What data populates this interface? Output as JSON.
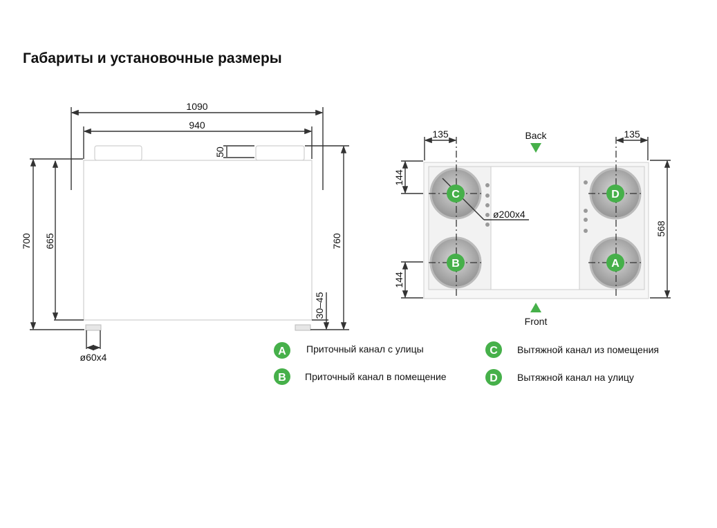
{
  "title": "Габариты и установочные размеры",
  "side_view": {
    "dims": {
      "width_total": "1090",
      "width_body": "940",
      "duct_height": "50",
      "height_total": "700",
      "height_body": "665",
      "height_with_ducts": "760",
      "feet_height": "30–45",
      "feet": "ø60x4"
    }
  },
  "top_view": {
    "dims": {
      "offset_left": "135",
      "offset_right": "135",
      "offset_top": "144",
      "offset_bottom": "144",
      "depth": "568",
      "duct_diameter": "ø200x4"
    },
    "back_label": "Back",
    "front_label": "Front"
  },
  "legend": [
    {
      "letter": "A",
      "text": "Приточный канал с улицы"
    },
    {
      "letter": "B",
      "text": "Приточный канал в помещение"
    },
    {
      "letter": "C",
      "text": "Вытяжной канал из помещения"
    },
    {
      "letter": "D",
      "text": "Вытяжной канал на улицу"
    }
  ],
  "colors": {
    "accent": "#46b04a"
  }
}
